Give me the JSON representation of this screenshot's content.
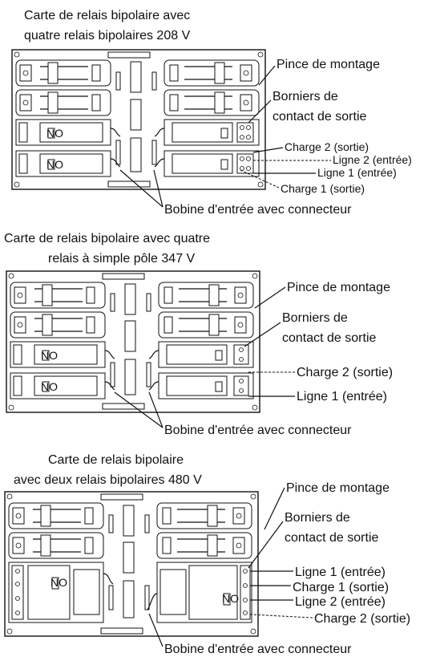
{
  "diagrams": [
    {
      "title_line1": "Carte de relais bipolaire avec",
      "title_line2": "quatre relais bipolaires 208 V",
      "labels": {
        "pince": "Pince de montage",
        "borniers1": "Borniers de",
        "borniers2": "contact de sortie",
        "charge2": "Charge 2 (sortie)",
        "ligne2": "Ligne 2 (entrée)",
        "ligne1": "Ligne 1 (entrée)",
        "charge1": "Charge 1 (sortie)",
        "bobine": "Bobine d'entrée avec connecteur"
      }
    },
    {
      "title_line1": "Carte de relais bipolaire avec quatre",
      "title_line2": "relais à simple pôle 347 V",
      "labels": {
        "pince": "Pince de montage",
        "borniers1": "Borniers de",
        "borniers2": "contact de sortie",
        "charge2": "Charge 2 (sortie)",
        "ligne1": "Ligne 1 (entrée)",
        "bobine": "Bobine d'entrée avec connecteur"
      }
    },
    {
      "title_line1": "Carte de relais bipolaire",
      "title_line2": "avec deux relais bipolaires 480 V",
      "labels": {
        "pince": "Pince de montage",
        "borniers1": "Borniers de",
        "borniers2": "contact de sortie",
        "ligne1": "Ligne 1 (entrée)",
        "charge1": "Charge 1 (sortie)",
        "ligne2": "Ligne 2 (entrée)",
        "charge2": "Charge 2 (sortie)",
        "bobine": "Bobine d'entrée avec connecteur"
      }
    }
  ],
  "relay_tag": "NO"
}
